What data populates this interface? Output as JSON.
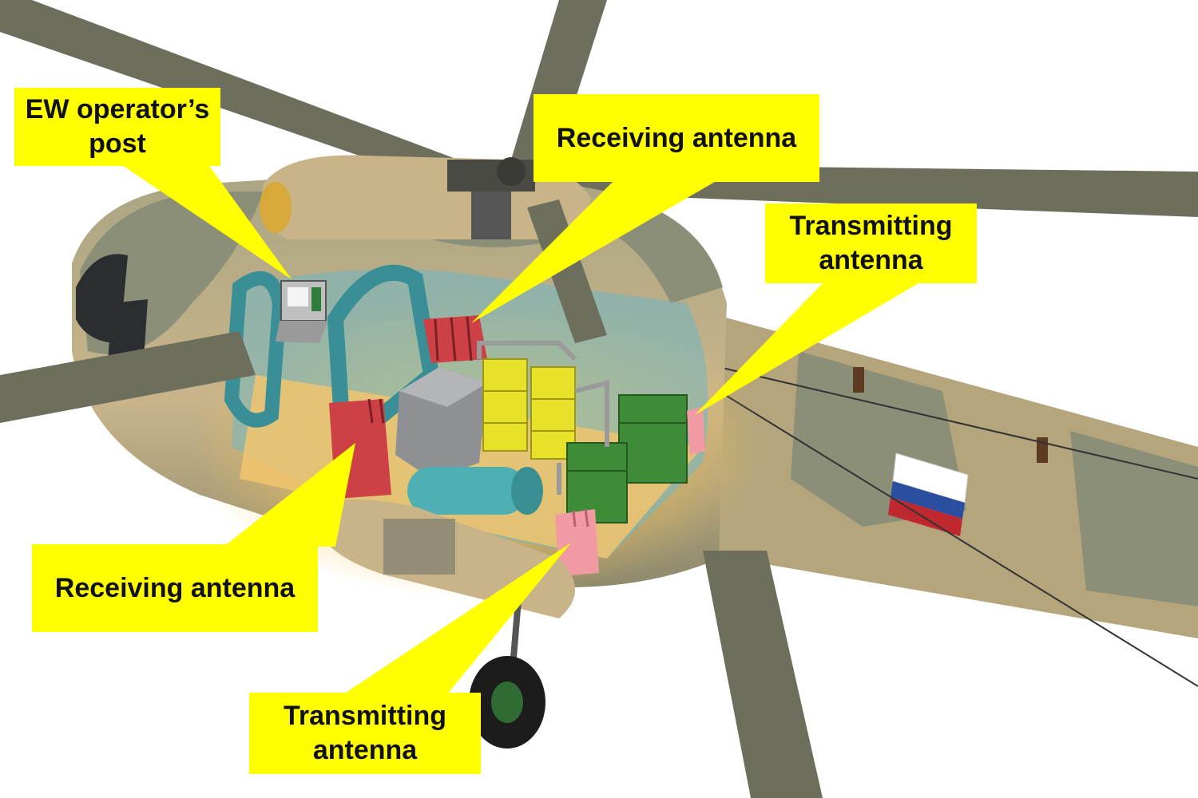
{
  "colors": {
    "callout": "#ffff00",
    "camo_tan": "#c9b48a",
    "camo_green": "#8b8f78",
    "cutaway": "#6fb6c4",
    "floor": "#f0c46e",
    "receiving_antenna": "#cc4046",
    "transmitting_antenna": "#f29aa4",
    "yellow_units": "#e7e12a",
    "green_units": "#3f8c38",
    "gray_unit": "#8f9094",
    "tank": "#4fb0b4",
    "rotor_blade": "#6d6f5c"
  },
  "labels": {
    "ew_post": {
      "line1": "EW operator’s",
      "line2": "post"
    },
    "receiving_top": {
      "line1": "Receiving antenna"
    },
    "transmitting_right": {
      "line1": "Transmitting",
      "line2": "antenna"
    },
    "receiving_bottom": {
      "line1": "Receiving antenna"
    },
    "transmitting_bottom": {
      "line1": "Transmitting",
      "line2": "antenna"
    }
  }
}
